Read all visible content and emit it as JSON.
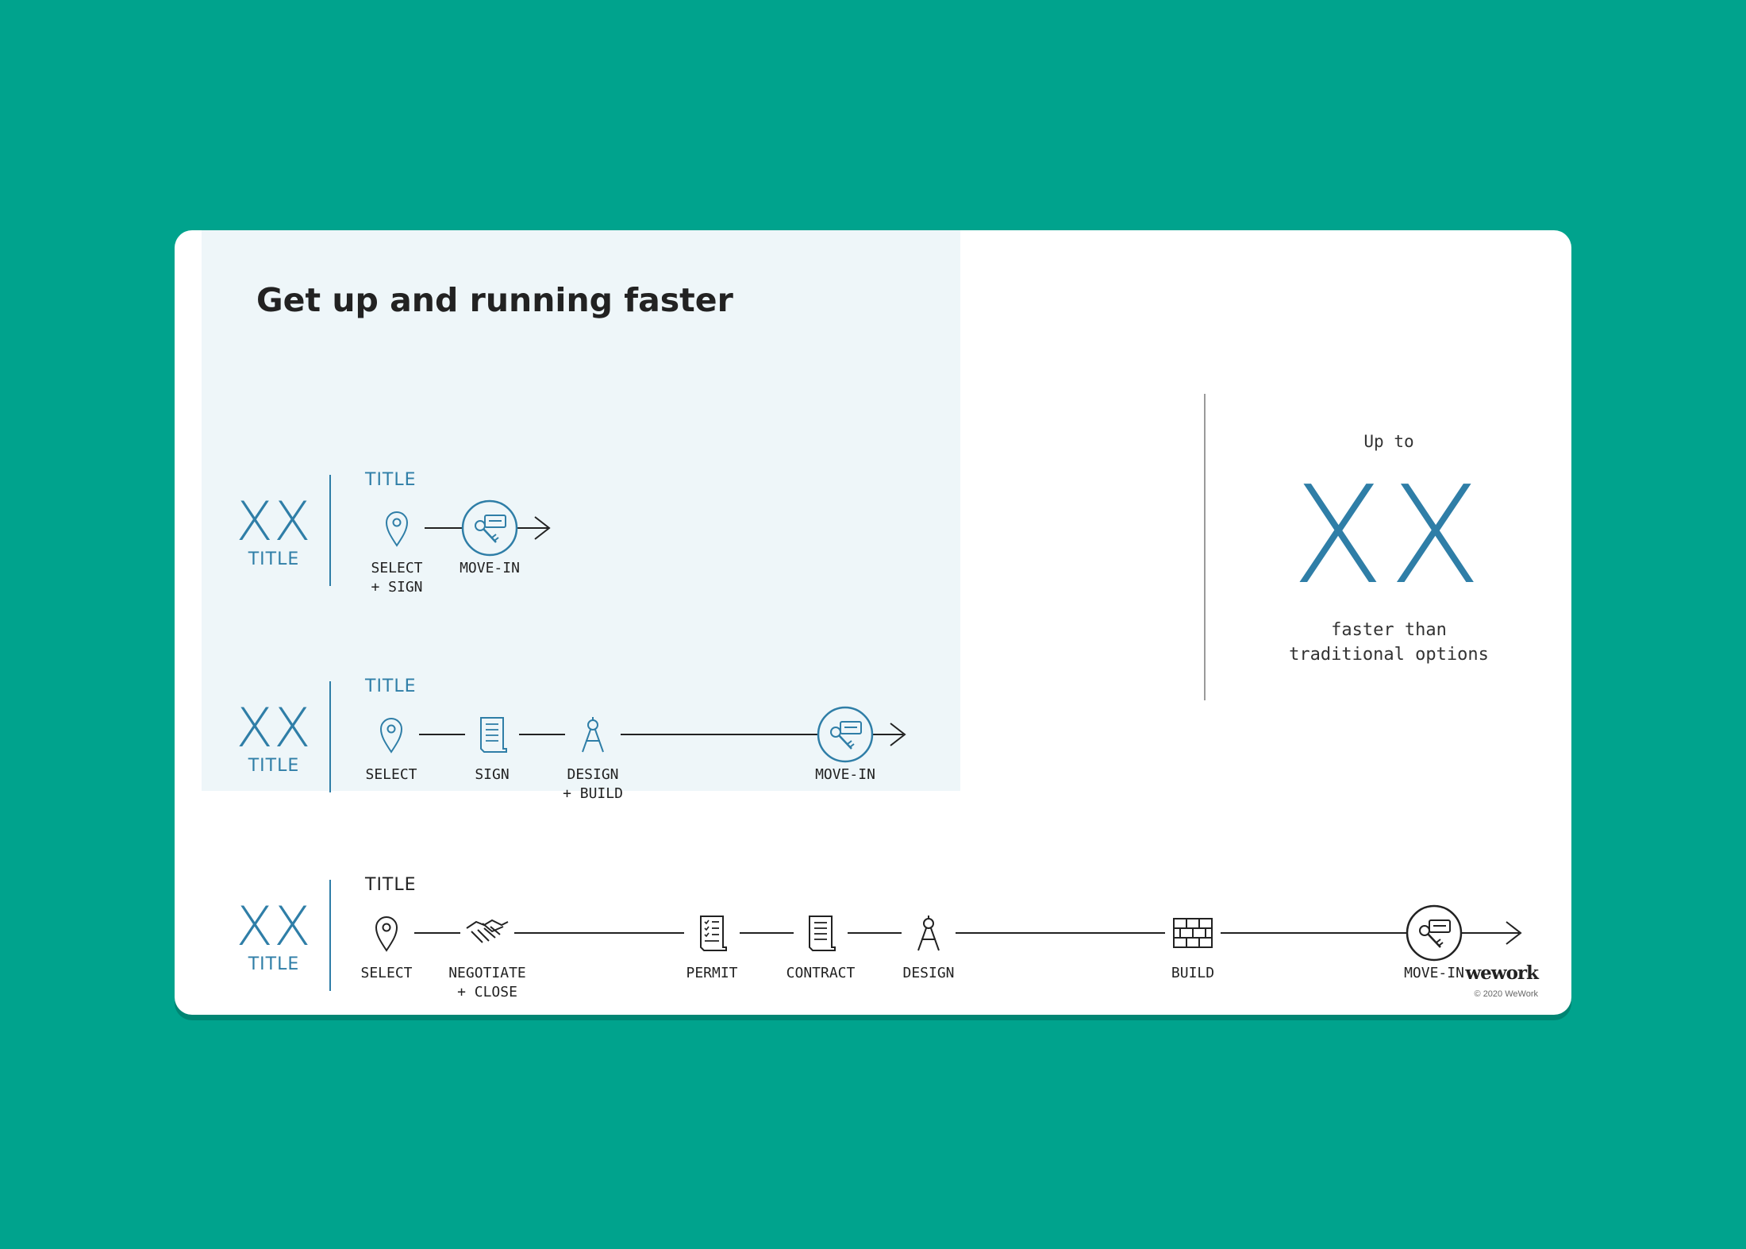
{
  "headline": "Get up and running faster",
  "rows": [
    {
      "metric": "XX",
      "metric_label": "TITLE",
      "title": "TITLE",
      "steps": [
        {
          "label": "SELECT\n+ SIGN",
          "icon": "location-pin-icon"
        },
        {
          "label": "MOVE-IN",
          "icon": "key-circle-icon"
        }
      ]
    },
    {
      "metric": "XX",
      "metric_label": "TITLE",
      "title": "TITLE",
      "steps": [
        {
          "label": "SELECT",
          "icon": "location-pin-icon"
        },
        {
          "label": "SIGN",
          "icon": "document-icon"
        },
        {
          "label": "DESIGN\n+ BUILD",
          "icon": "compass-icon"
        },
        {
          "label": "MOVE-IN",
          "icon": "key-circle-icon"
        }
      ]
    },
    {
      "metric": "XX",
      "metric_label": "TITLE",
      "title": "TITLE",
      "steps": [
        {
          "label": "SELECT",
          "icon": "location-pin-icon"
        },
        {
          "label": "NEGOTIATE\n+ CLOSE",
          "icon": "handshake-icon"
        },
        {
          "label": "PERMIT",
          "icon": "checklist-icon"
        },
        {
          "label": "CONTRACT",
          "icon": "document-icon"
        },
        {
          "label": "DESIGN",
          "icon": "compass-icon"
        },
        {
          "label": "BUILD",
          "icon": "brick-wall-icon"
        },
        {
          "label": "MOVE-IN",
          "icon": "key-circle-icon"
        }
      ]
    }
  ],
  "summary": {
    "prefix": "Up to",
    "value": "XX",
    "suffix": "faster than\ntraditional options"
  },
  "footer": {
    "brand": "wework",
    "copyright": "© 2020 WeWork"
  },
  "colors": {
    "background": "#00a38d",
    "accent": "#2f7ea7",
    "shade": "#eef6f9",
    "ink": "#222222"
  }
}
